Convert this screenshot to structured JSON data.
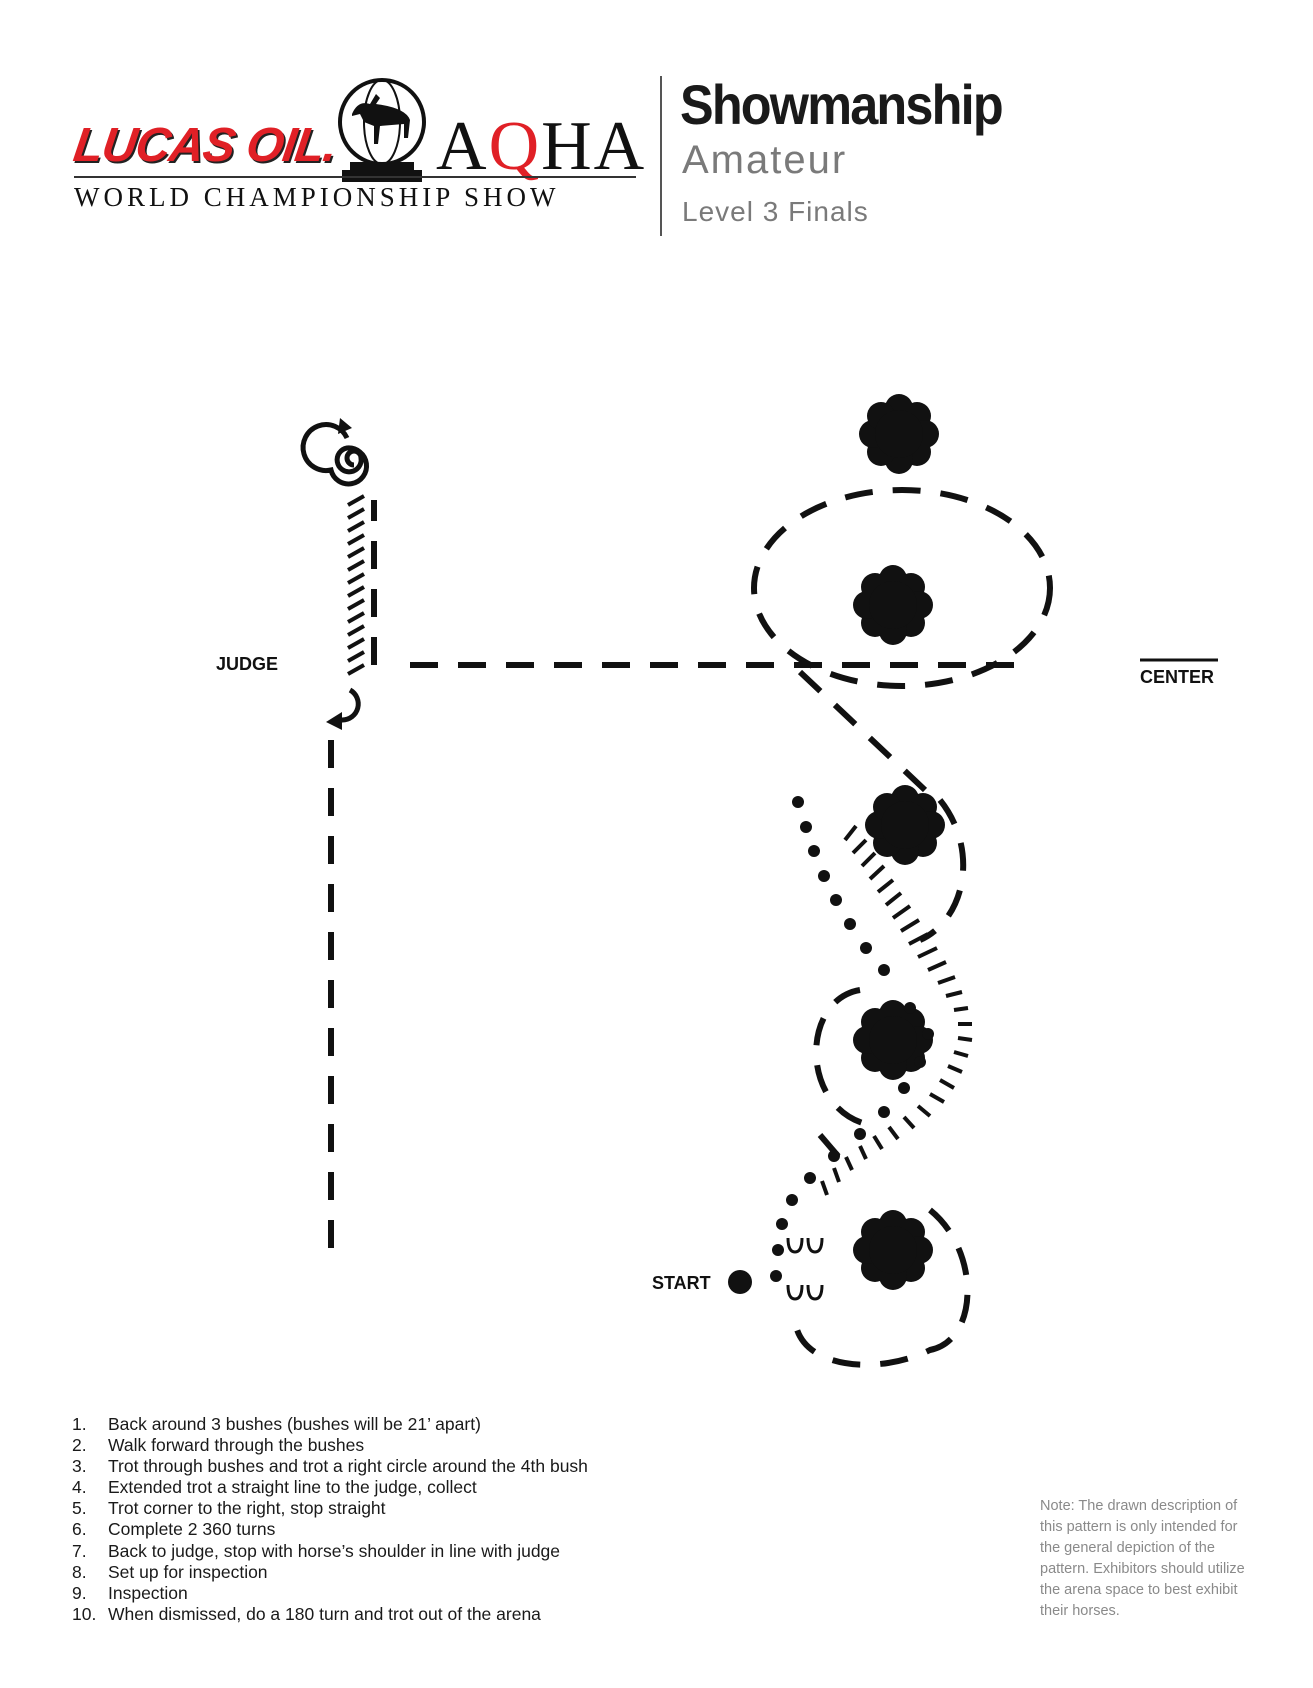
{
  "header": {
    "sponsor": "LUCAS OIL.",
    "org_a": "A",
    "org_q": "Q",
    "org_rest": "HA",
    "show_name": "WORLD CHAMPIONSHIP SHOW",
    "title": "Showmanship",
    "division": "Amateur",
    "level": "Level 3 Finals"
  },
  "diagram": {
    "judge_label": "JUDGE",
    "center_label": "CENTER",
    "start_label": "START"
  },
  "steps": [
    {
      "num": "1.",
      "text": "Back around 3 bushes (bushes will be 21’ apart)"
    },
    {
      "num": "2.",
      "text": "Walk forward through the bushes"
    },
    {
      "num": "3.",
      "text": "Trot through bushes and trot a right circle around the 4th bush"
    },
    {
      "num": "4.",
      "text": "Extended trot a straight line to the judge, collect"
    },
    {
      "num": "5.",
      "text": "Trot corner to the right, stop straight"
    },
    {
      "num": "6.",
      "text": "Complete 2  360 turns"
    },
    {
      "num": "7.",
      "text": "Back to judge, stop with horse’s shoulder in line with judge"
    },
    {
      "num": "8.",
      "text": "Set up for inspection"
    },
    {
      "num": "9.",
      "text": " Inspection"
    },
    {
      "num": "10.",
      "text": "When dismissed, do a 180 turn and trot out of the arena"
    }
  ],
  "note": "Note: The drawn description of this pattern is only intended for the general depiction of the pattern. Exhibitors should utilize the arena space to best exhibit their horses."
}
